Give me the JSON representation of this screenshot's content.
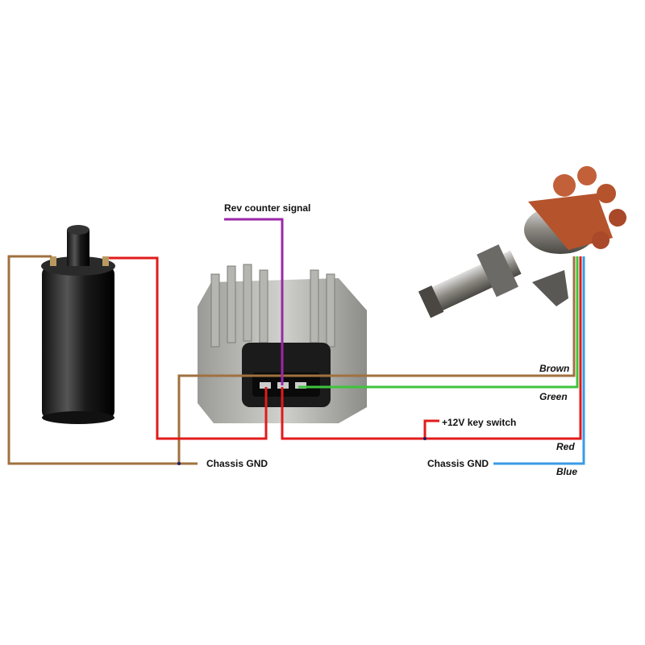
{
  "labels": {
    "rev_counter": "Rev counter signal",
    "brown": "Brown",
    "green": "Green",
    "red": "Red",
    "blue": "Blue",
    "chassis_gnd_left": "Chassis GND",
    "chassis_gnd_right": "Chassis GND",
    "key_switch": "+12V key switch"
  },
  "components": [
    "ignition-coil",
    "ignition-module",
    "distributor"
  ],
  "colors": {
    "brown": "#a0713f",
    "green": "#3ec43e",
    "red": "#e11b1b",
    "blue": "#3a9be6",
    "purple": "#9b27a8"
  }
}
